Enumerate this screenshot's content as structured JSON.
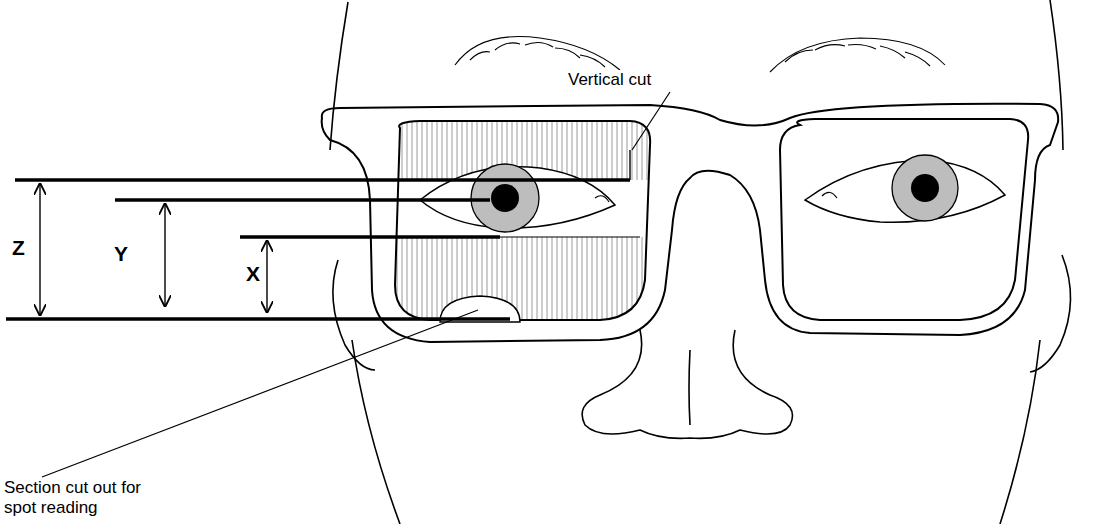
{
  "diagram": {
    "labels": [
      "Vertical cut",
      "Z",
      "Y",
      "X",
      "Section cut out for spot reading"
    ]
  }
}
